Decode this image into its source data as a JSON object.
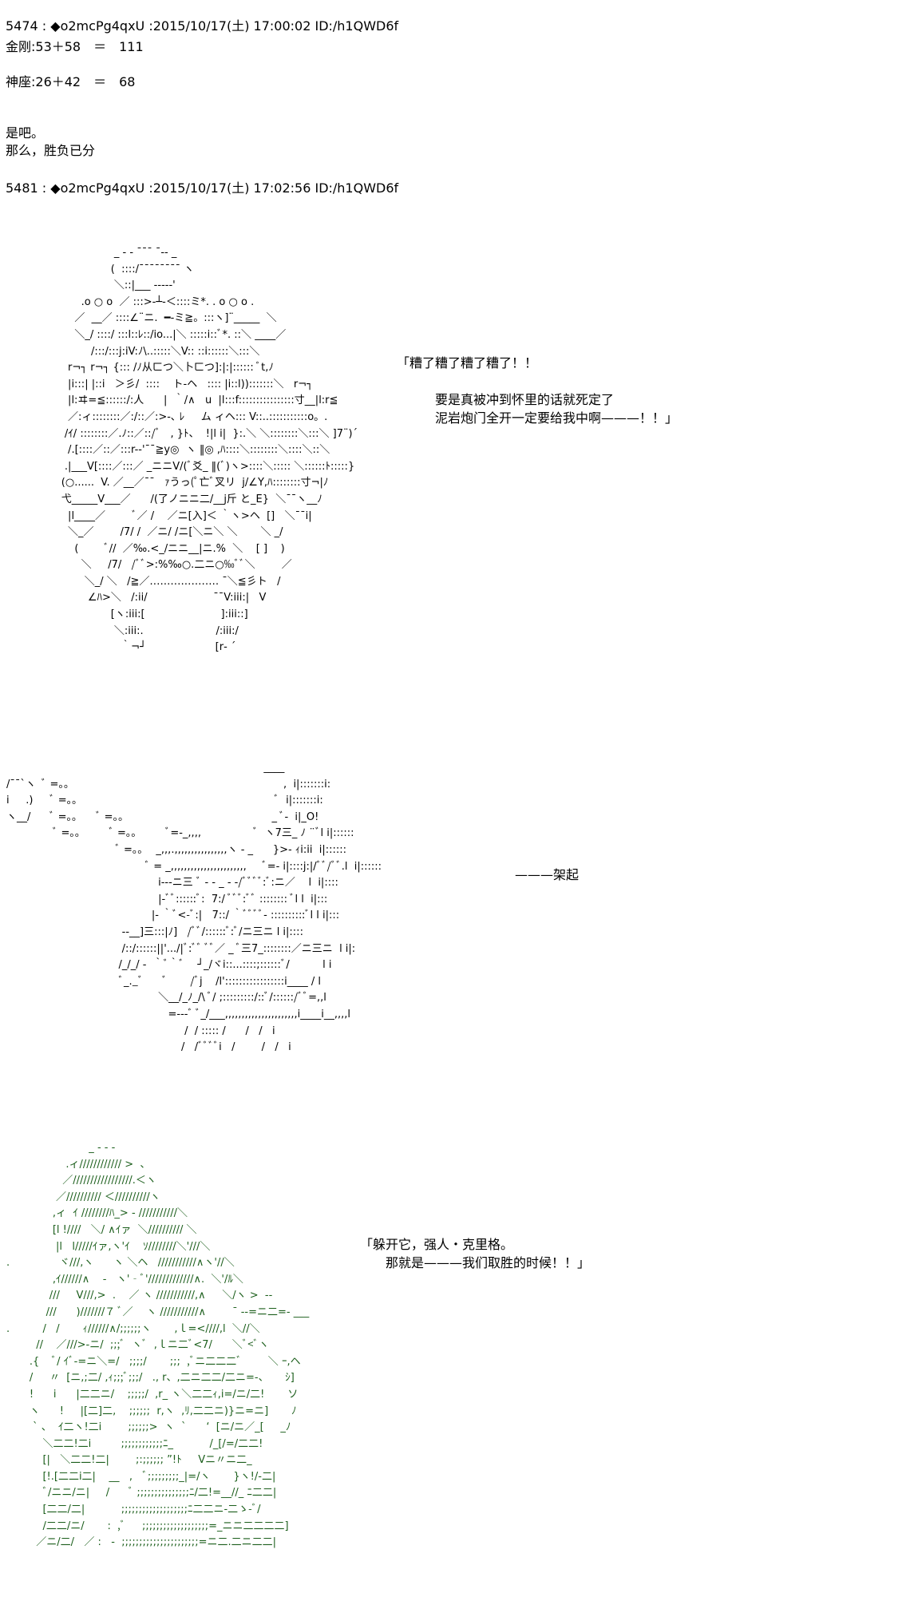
{
  "posts": [
    {
      "header": "5474 : ◆o2mcPg4qxU :2015/10/17(土) 17:00:02 ID:/h1QWD6f",
      "lines": [
        "金刚:53＋58　＝　111",
        "",
        "神座:26＋42　＝　68",
        "",
        "",
        "是吧。",
        "那么，胜负已分"
      ]
    },
    {
      "header": "5481 : ◆o2mcPg4qxU :2015/10/17(土) 17:02:56 ID:/h1QWD6f"
    }
  ],
  "art1": {
    "lines": [
      "                      _ - ‐ ¯¯¯ ¯‐- _",
      "                     (  ::::/¯¯¯¯¯¯¯¯ ヽ",
      "                      ＼::|___ ----‐'",
      "            .o ○ o  ／ :::>-┴-＜::::ミ*. . o ○ o .",
      "          ／  __／ ::::∠¨ニ.  ━-ミ≧。:::ヽ]¨_____  ＼",
      "          ＼_/ ::::/ :::l::ﾚ::/io...|＼ :::::i::ﾞ*. ::＼ ____／",
      "               /:::/:::j:iV:ﾉ\\..:::::＼V:: ::i::::::＼:::＼",
      "        r¬┐ r¬┐ {::: /ﾉ从ㄈつ＼卜ㄈつ]:|:|:::::: ﾞt,ﾉ",
      "        |i:::| |::i   ＞彡/  ::::    ト‐ヘ   :::: |i::l)):::::::＼   r¬┐",
      "        |l:ヰ=≦::::::/:人      |  ｀/∧   u  |l:::f::::::::::::::::寸__|l:r≦",
      "        ／:ィ::::::::／:/::／:>‐､ ﾚ     ム ィヘ::: V::..:::::::::::o。.",
      "       /ｲ/ ::::::::／.ﾉ::／::/ﾞ   , }ﾄ、  !|l i|  }:.＼ ＼::::::::＼:::＼ ]7¨)´",
      "        /.[::::／::／:::r-‐'¯¯≧y◎  ヽ ‖◎ ,ﾊ::::＼::::::::＼::::＼::＼",
      "       .|___V[::::／:::／ _ニニV/(ﾞ爻_ ‖(ﾞ)ヽ>::::＼::::: ＼::::::ﾄ:::::}",
      "      (○......  V. ／__／¯¯   ｧうっ(ﾟ亡ﾞ叉リ  j/∠Y,ﾊ::::::::寸¬|ﾉ",
      "      弋_____V___／      /(了ノニニ二/__j斤 と_E}  ＼¯¯ヽ__ﾉ",
      "        |l____／        ﾞ／ /    ／ニ[入]＜ ｀ヽ>ヘ  []   ＼¯¯i|",
      "        ＼_／        /7/ /  ／ニ/ /ニ[＼ニ＼ ＼       ＼ _/",
      "          (        ﾞ//  ／‰.<_/ニニ__|ニ.%  ＼    [ ]    )",
      "            ＼     /7/   /ﾞﾞ>:%‰○.二ニ○‰ﾞﾞ＼        ／",
      "             ＼_/ ＼   /≧／‥‥‥‥‥‥‥‥‥‥ ¯＼≦彡ト   /",
      "              ∠ﾊ>＼   /:ii/                    ¯¯V:iii:|   V",
      "                     [ヽ:iii:[                       ]:iii::]",
      "                      ＼:iii:.                      /:iii:/",
      "                        ｀¬┘                     [r‐ ´"
    ]
  },
  "speech1": {
    "line1": "「糟了糟了糟了糟了！！",
    "line2": "　　　要是真被冲到怀里的话就死定了",
    "line3": "　　　泥岩炮门全开一定要给我中啊———！！」"
  },
  "art2": {
    "lines": [
      "                                                                              ____",
      "/¯¯`ヽ  ﾞ =｡｡                                                                 ,  i|:::::::i:",
      "i     .)     ﾞ =｡｡                                                            ﾞ  i|:::::::i:",
      "ヽ__/      ﾞ =｡｡      ﾞ =｡｡                                             _ ﾞ‐  i|_O!",
      "              ﾞ =｡｡         ﾞ =｡｡         ﾞ=‐_,,,,                ﾞ  ヽ7三_ ﾉ ¨ﾞl i|::::::",
      "                                 ﾞ =｡｡    _,,,.,,,,,,,,,,,,,,,,ヽ ‐ _      }>‐ ｨi:ii  i|::::::",
      "                                          ﾞ = _,,,,,,,,,,,,,,,,,,,,,,,     ﾞ=‐ i|::::j:|/ﾞﾞ/ﾞﾞ.l  i|::::::",
      "                                              i‐‐‐ニ三 ﾞ ‐ - _ ‐ ‐/ﾞﾞﾞﾞ:ﾞ:ニ／    l  i|::::",
      "                                              |‐ﾞﾞ::::::ﾞ:  7:/ ﾞﾞﾞ:ﾞﾞ :::::::: ﾞl l  i|:::",
      "                                            |‐ ｀ﾞ<-ﾞ:|   7::/ ｀ﾞﾞﾞﾞ‐ ::::::::::ﾞl l i|:::",
      "                                   ‐‐__]三:::|ﾉ]   /ﾞﾞ/::::::ﾞ:ﾞ/ニ三ニ l i|::::",
      "                                   /::/::::::||'.../|ﾞ:ﾞﾞ ﾞﾞ／ _ ﾞ三7_::::::::／ニ三ニ  l i|:",
      "                                  /_/_/ ‐  ｀ﾞ｀ﾞ    ┘_/ヾi::...::::;::::::ﾞ/          l i",
      "                                  ﾞ_._ﾞ      ﾞ       /ﾞj    /l':::::::::::::::::i____ / l",
      "                                              ＼__/_ﾉ_/\\ ﾞ/ ;:::::::::/::ﾞ/::::::/ﾞﾞ=,,l",
      "                                                 =‐‐‐ﾞ ﾞ_/___,,,,,,,,,,,,,,,,,,,,,,i____i__,,,,l",
      "                                                      /  / ::::: /      /   /   i",
      "                                                     /   /ﾞﾞﾞﾞi   /        /   /   i"
    ]
  },
  "dash_label": "———架起",
  "art3": {
    "lines": [
      "                         _ ‐ ‐ ‐",
      "                  .ィ//////////// >  、",
      "                 ／/////////////////.＜ヽ",
      "               ／////////// ＜//////////ヽ",
      "              ,ィ  ｲ ////////ﾊ_> ‐ ///////////＼",
      "              [l !////   ＼/ ∧ｲァ  ＼////////// ＼",
      "               |l   l/////ｲァ,ヽ'ｲ    ｿ////////＼'///＼",
      ".               ヾ///,ヽ      ヽ ＼ヘ   ///////////∧ヽ'//＼",
      "              ,ｲ//////∧    ‐   ヽ'‐ﾞ'/////////////∧.  ＼'/ﾙ＼",
      "             ///     V///,>  .    ／ ヽ ///////////,∧     ＼/ヽ >  ‐‐",
      "            ///      )///////７ ﾞ／    ヽ ///////////∧        ¯ ‐‐=ニ二=‐ ___",
      ".          /   /       ｨ//////∧/;;;;;;ヽ       ,ｌ=<////,l  ＼//＼",
      "         //    ／///>‐ニ/  ;;;ﾞ  ヽﾞ  ,ｌニ二ﾞ<7/      ＼ﾞ<ﾞヽ",
      "       .{    ﾞ/ ｲﾞ‐=ニ＼=/   ;;;;/       ;;;  ,ﾞニ二二二ﾞ        ＼ ｰ,ヘ",
      "       /     〃  [ニ,;二/ ,ｨ;;;ﾞ;;;/   ., r、,二ニ二二/二ニ=‐、     ｼ]",
      "       !      i      |二二ニ/    ;;;;;/  ,r_ ヽ＼二二ｨ,i=/ニ/二!       ソ",
      "       ヽ      !     |[二]二,    ;;;;;;  r,ヽ  ,ﾘ,二二ニ)}ニ=ニ]       ﾉ",
      "        ` 、  ｲ二ヽ!二i        ;;;;;;>  ヽ  `      ‘  [ニ/ニ／_[     _ﾉ",
      "           ＼二二!二i         ;;;;;;;;;;;;ﾆ_           /_[/=/二二!",
      "           [|   ＼二二!二|        ;:;;;;;; ”!ﾄ     Vニ〃ニ二_",
      "           [!.[二二i二|    __   ,   ﾞ;;;;;;;;;_|=/ヽ       }ヽ!/‐二|",
      "           ﾞ/ニニ/ニ|     /      ﾞ ;;;;;;;;;;;;;;;ﾆ/二!=__//_ ﾆ二二|",
      "           [二二/二|           ;;;;;;;;;;;;;;;;;;;ﾆ二二ニ‐二ゝ-ﾞ/",
      "           /二二/ニ/       :  ,ﾞ     ;;;;;;;;;;;;;;;;;;;=_ニニ二二二二]",
      "         ／ニ/二/   ／ :   ‐  ;;;;;;;;;;;;;;;;;;;;;;=ニ二.二ニ二二|"
    ]
  },
  "speech2": {
    "line1": "「躲开它，强人・克里格。",
    "line2": "　　那就是———我们取胜的时候！！」"
  }
}
